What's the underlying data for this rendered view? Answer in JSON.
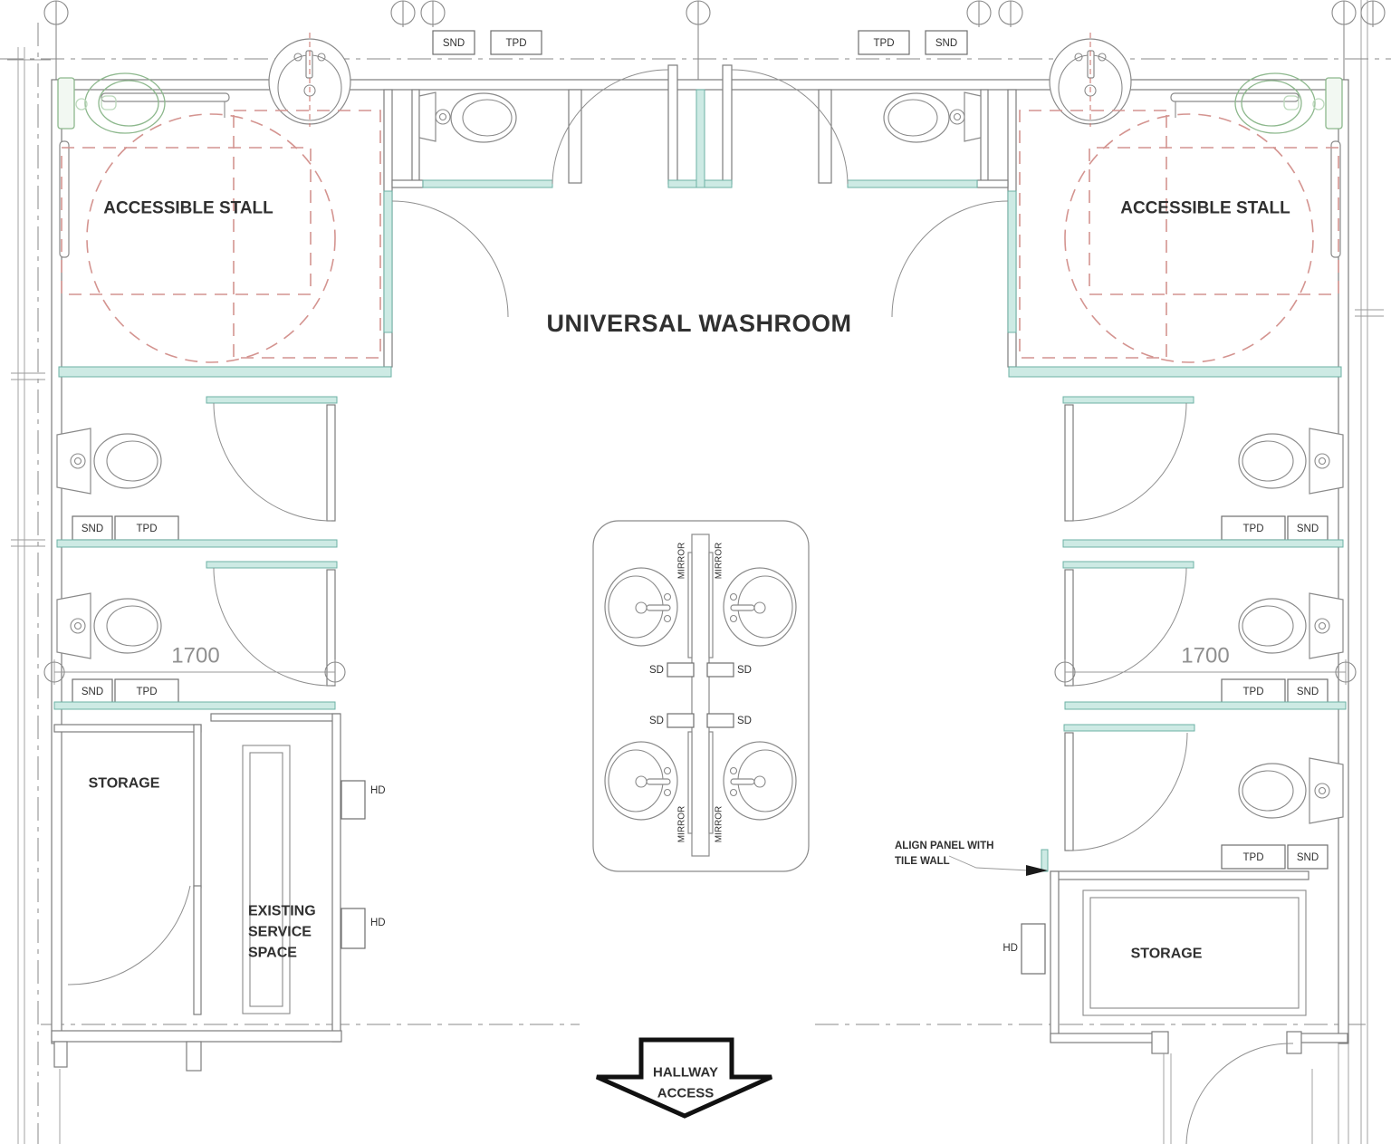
{
  "title": "UNIVERSAL WASHROOM",
  "rooms": {
    "accessible_stall": "ACCESSIBLE STALL",
    "storage": "STORAGE",
    "existing_service": {
      "lines": [
        "EXISTING",
        "SERVICE",
        "SPACE"
      ]
    }
  },
  "labels": {
    "snd": "SND",
    "tpd": "TPD",
    "sd": "SD",
    "hd": "HD",
    "mirror": "MIRROR"
  },
  "dimensions": {
    "stall_depth": "1700"
  },
  "annotations": {
    "align_panel": {
      "lines": [
        "ALIGN PANEL WITH",
        "TILE WALL"
      ]
    },
    "hallway": {
      "lines": [
        "HALLWAY",
        "ACCESS"
      ]
    }
  },
  "colors": {
    "teal": "#cdeae4",
    "tealb": "#6db1a5",
    "wall": "#7d7d7d",
    "red": "#d49490",
    "green": "#8db88d",
    "text": "#303030",
    "dim": "#8f8f8f"
  }
}
